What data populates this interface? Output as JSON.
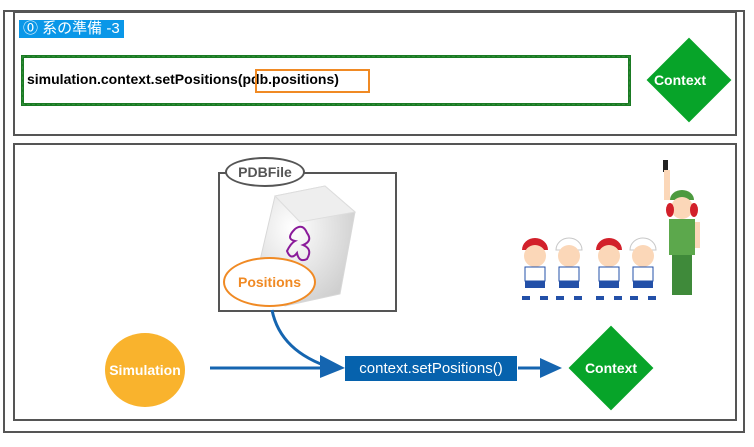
{
  "slide": {
    "title": "⓪ 系の準備 -3",
    "code_line": {
      "prefix": "simulation.context.setPositions(",
      "highlighted": "pdb.positions)"
    },
    "top_context_label": "Context"
  },
  "diagram": {
    "pdbfile_label": "PDBFile",
    "positions_label": "Positions",
    "simulation_label": "Simulation",
    "method_label": "context.setPositions()",
    "context_label": "Context",
    "illustration": "children-race-start-with-starter-pistol"
  },
  "colors": {
    "title_bg": "#0a97e8",
    "code_border": "#1a7a23",
    "highlight_border": "#f08a24",
    "context_diamond": "#07a429",
    "simulation_circle": "#f9b32d",
    "method_box": "#0662ad",
    "arrow": "#1565b0",
    "panel_border": "#555555"
  }
}
